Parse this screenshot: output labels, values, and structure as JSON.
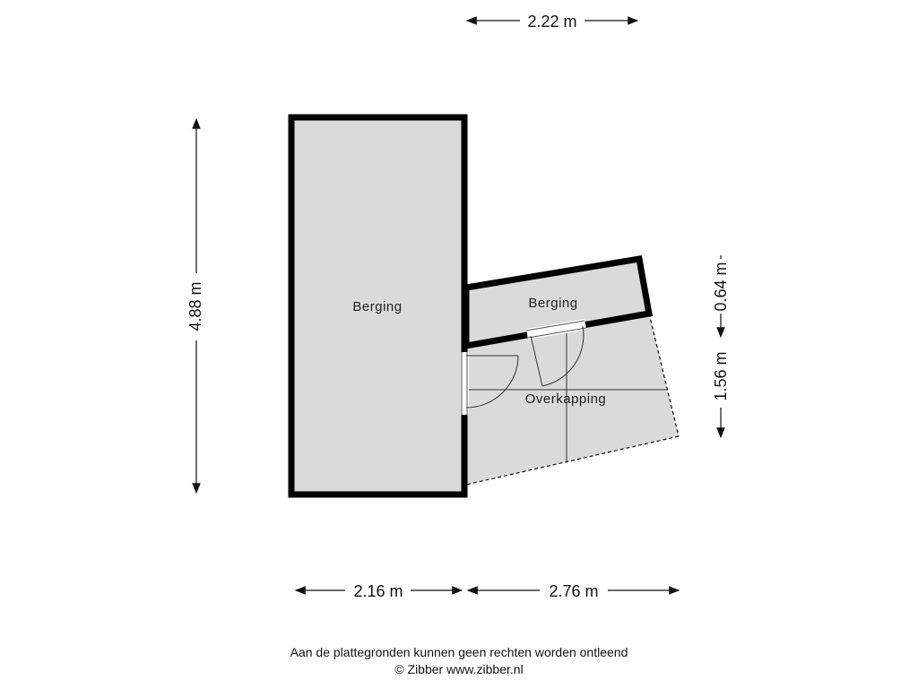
{
  "rooms": {
    "large_storage": "Berging",
    "small_storage": "Berging",
    "covered_area": "Overkapping"
  },
  "dimensions": {
    "top_width": "2.22 m",
    "left_height": "4.88 m",
    "right_upper": "0.64 m",
    "right_lower": "1.56 m",
    "bottom_left": "2.16 m",
    "bottom_right": "2.76 m"
  },
  "footer": {
    "disclaimer": "Aan de plattegronden kunnen geen rechten worden ontleend",
    "copyright": "© Zibber www.zibber.nl"
  },
  "colors": {
    "wall": "#000000",
    "floor": "#dadada"
  }
}
